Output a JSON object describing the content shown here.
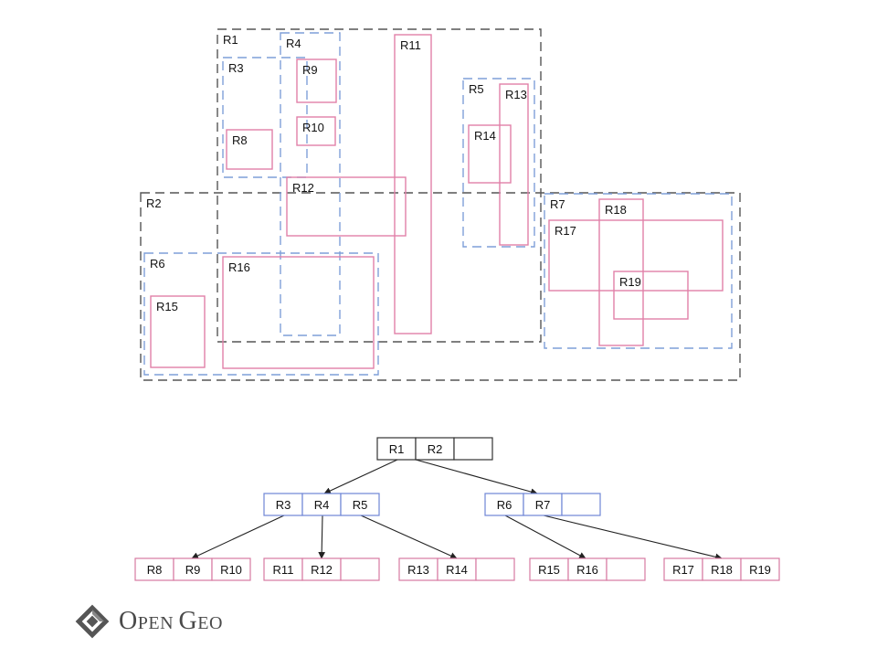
{
  "spatial": {
    "level1": [
      {
        "id": "r1",
        "label": "R1"
      },
      {
        "id": "r2",
        "label": "R2"
      }
    ],
    "level2": [
      {
        "id": "r3",
        "label": "R3"
      },
      {
        "id": "r4",
        "label": "R4"
      },
      {
        "id": "r5",
        "label": "R5"
      },
      {
        "id": "r6",
        "label": "R6"
      },
      {
        "id": "r7",
        "label": "R7"
      }
    ],
    "leaves": [
      {
        "id": "r8",
        "label": "R8"
      },
      {
        "id": "r9",
        "label": "R9"
      },
      {
        "id": "r10",
        "label": "R10"
      },
      {
        "id": "r11",
        "label": "R11"
      },
      {
        "id": "r12",
        "label": "R12"
      },
      {
        "id": "r13",
        "label": "R13"
      },
      {
        "id": "r14",
        "label": "R14"
      },
      {
        "id": "r15",
        "label": "R15"
      },
      {
        "id": "r16",
        "label": "R16"
      },
      {
        "id": "r17",
        "label": "R17"
      },
      {
        "id": "r18",
        "label": "R18"
      },
      {
        "id": "r19",
        "label": "R19"
      }
    ]
  },
  "tree": {
    "root": {
      "id": "root",
      "cells": [
        "R1",
        "R2",
        ""
      ]
    },
    "internal": [
      {
        "id": "r1-node",
        "cells": [
          "R3",
          "R4",
          "R5"
        ]
      },
      {
        "id": "r2-node",
        "cells": [
          "R6",
          "R7",
          ""
        ]
      }
    ],
    "leaves": [
      {
        "id": "r3-node",
        "cells": [
          "R8",
          "R9",
          "R10"
        ]
      },
      {
        "id": "r4-node",
        "cells": [
          "R11",
          "R12",
          ""
        ]
      },
      {
        "id": "r5-node",
        "cells": [
          "R13",
          "R14",
          ""
        ]
      },
      {
        "id": "r6-node",
        "cells": [
          "R15",
          "R16",
          ""
        ]
      },
      {
        "id": "r7-node",
        "cells": [
          "R17",
          "R18",
          "R19"
        ]
      }
    ]
  },
  "colors": {
    "level1": "#555555",
    "level2": "#7f9fd8",
    "leaf": "#e080a8",
    "root_border": "#333333",
    "internal_border": "#6f86d6",
    "leaf_border": "#d77aa2",
    "edge": "#222222"
  },
  "logo": {
    "first": "O",
    "first_rest": "PEN",
    "second": "G",
    "second_rest": "EO"
  }
}
